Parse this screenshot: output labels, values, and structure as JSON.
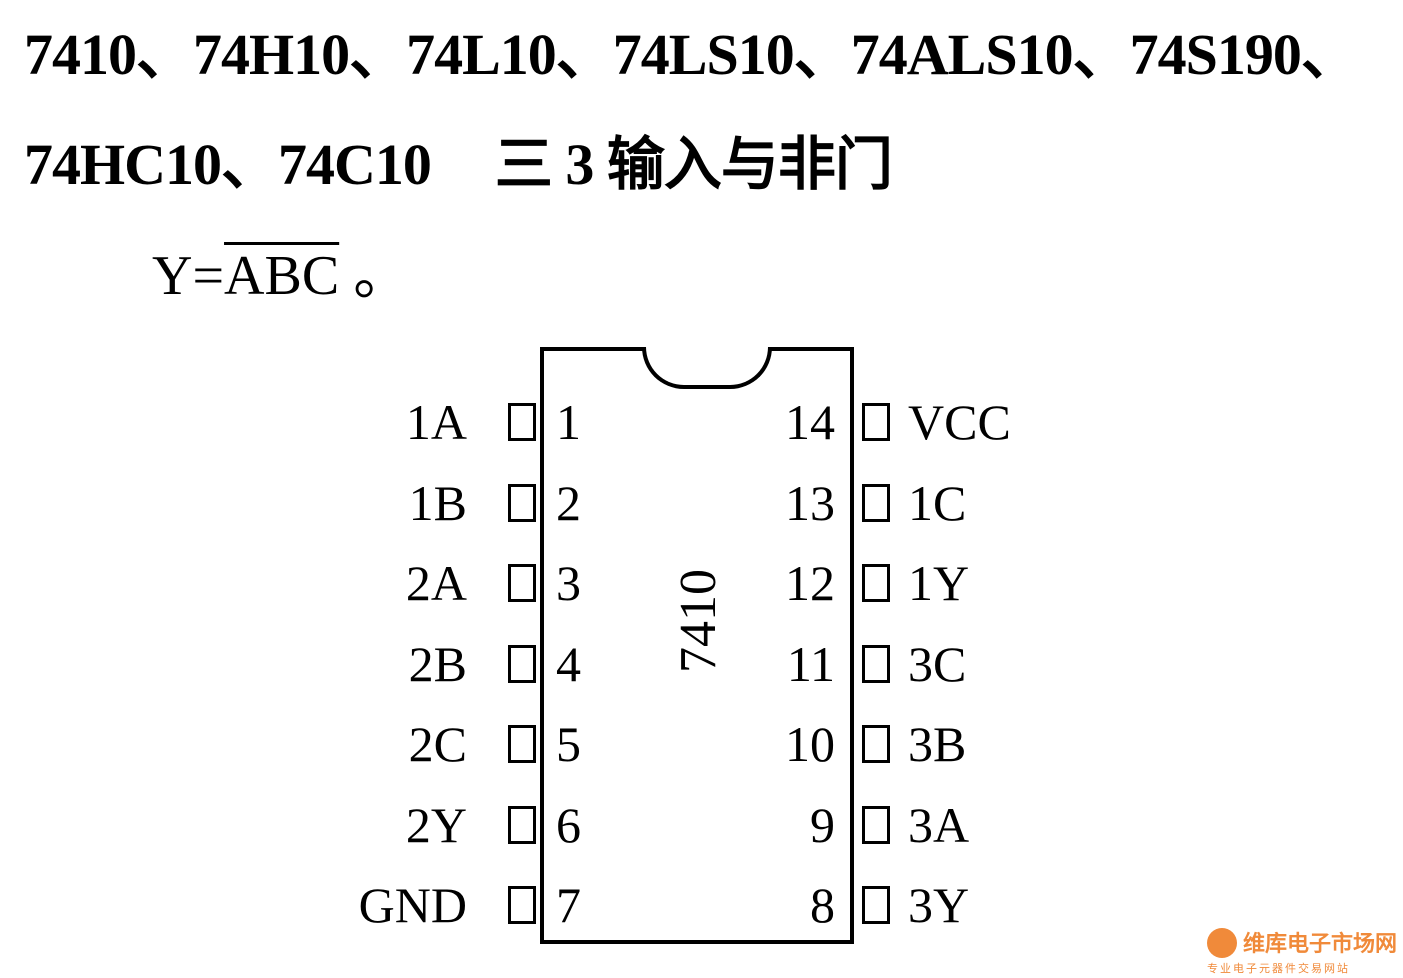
{
  "title": {
    "line1": "7410、74H10、74L10、74LS10、74ALS10、74S190、",
    "line2": "74HC10、74C10",
    "description": "三 3 输入与非门"
  },
  "formula": {
    "lhs": "Y=",
    "overline": "ABC",
    "end": "。"
  },
  "chip": {
    "label": "7410",
    "left_pins": [
      {
        "num": "1",
        "name": "1A"
      },
      {
        "num": "2",
        "name": "1B"
      },
      {
        "num": "3",
        "name": "2A"
      },
      {
        "num": "4",
        "name": "2B"
      },
      {
        "num": "5",
        "name": "2C"
      },
      {
        "num": "6",
        "name": "2Y"
      },
      {
        "num": "7",
        "name": "GND"
      }
    ],
    "right_pins": [
      {
        "num": "14",
        "name": "VCC"
      },
      {
        "num": "13",
        "name": "1C"
      },
      {
        "num": "12",
        "name": "1Y"
      },
      {
        "num": "11",
        "name": "3C"
      },
      {
        "num": "10",
        "name": "3B"
      },
      {
        "num": "9",
        "name": "3A"
      },
      {
        "num": "8",
        "name": "3Y"
      }
    ]
  },
  "watermark": {
    "brand": "维库电子市场网",
    "tagline": "专业电子元器件交易网站"
  },
  "colors": {
    "ink": "#000000",
    "watermark": "#f08a3a"
  }
}
